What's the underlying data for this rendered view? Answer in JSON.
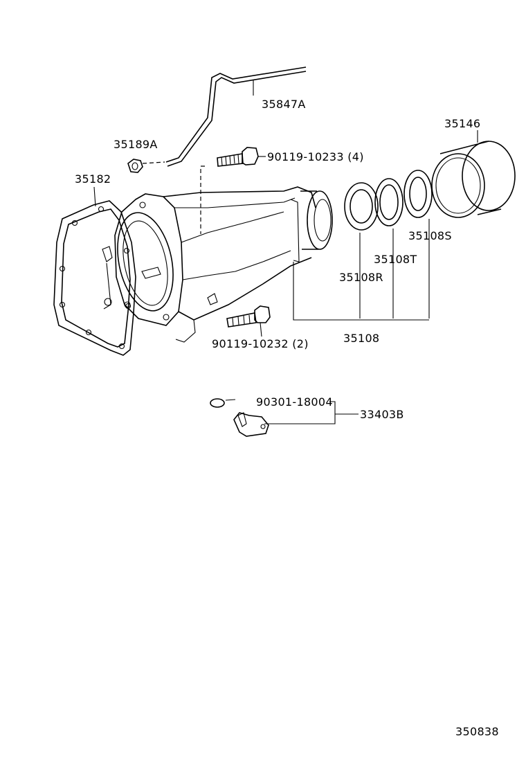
{
  "diagram_code": "350838",
  "parts": {
    "p35847A": "35847A",
    "p35146": "35146",
    "p35189A": "35189A",
    "p90119_10233": "90119-10233 (4)",
    "p35182": "35182",
    "p35108S": "35108S",
    "p35108T": "35108T",
    "p35108R": "35108R",
    "p35108": "35108",
    "p90119_10232": "90119-10232 (2)",
    "p90301_18004": "90301-18004",
    "p33403B": "33403B"
  }
}
